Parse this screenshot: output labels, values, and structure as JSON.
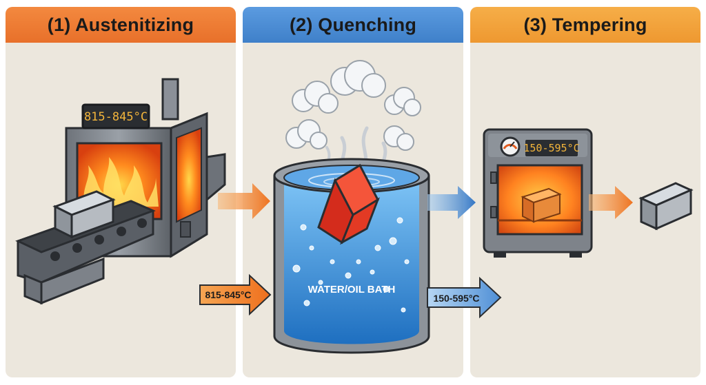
{
  "stages": [
    {
      "title": "(1) Austenitizing",
      "display": "815-845°C"
    },
    {
      "title": "(2) Quenching",
      "bath_label": "WATER/OIL BATH"
    },
    {
      "title": "(3) Tempering",
      "display": "150-595°C"
    }
  ],
  "arrows": {
    "austenitizing_temp": "815-845°C",
    "tempering_temp": "150-595°C"
  },
  "colors": {
    "orange": "#e8702a",
    "blue": "#3f80c9",
    "amber": "#ee9830",
    "panel": "#ece7dd"
  }
}
